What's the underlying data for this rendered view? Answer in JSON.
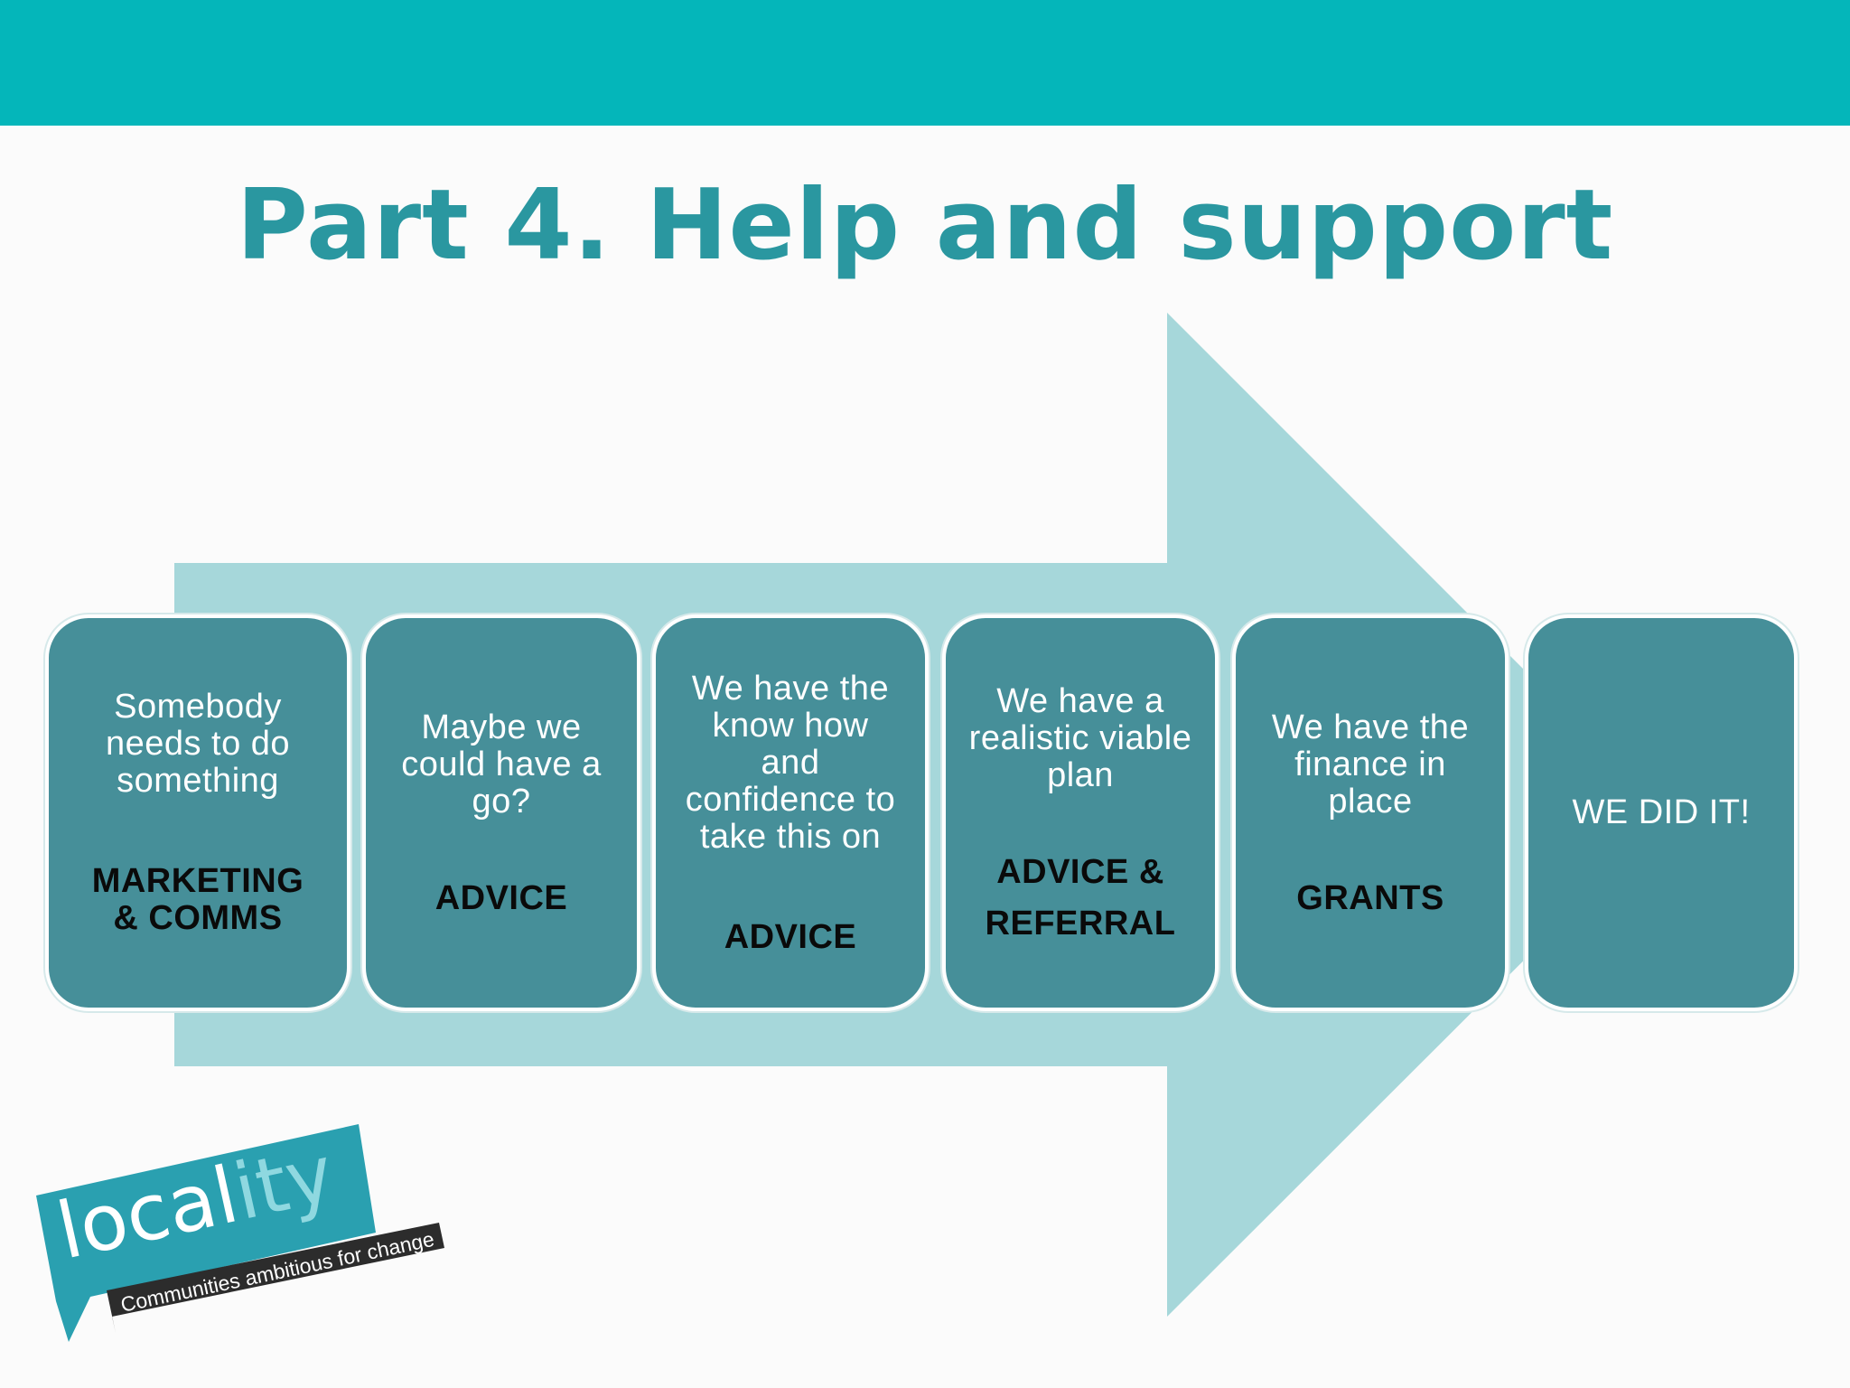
{
  "colors": {
    "top_bar": "#04b6ba",
    "title": "#2a97a0",
    "arrow": "#a6d7da",
    "box": "#468f99",
    "logo_teal": "#2aa0b0",
    "logo_dark": "#2c2c2c",
    "logo_text": "#ffffff"
  },
  "title": "Part 4. Help and support",
  "stages": [
    {
      "text_lines": [
        "Somebody",
        "needs to do",
        "something"
      ],
      "label_lines": [
        "MARKETING",
        "& COMMS"
      ]
    },
    {
      "text_lines": [
        "Maybe we",
        "could have a",
        "go?"
      ],
      "label_lines": [
        "ADVICE"
      ]
    },
    {
      "text_lines": [
        "We have the",
        "know how",
        "and",
        "confidence to",
        "take this on"
      ],
      "label_lines": [
        "ADVICE"
      ]
    },
    {
      "text_lines": [
        "We have a",
        "realistic viable",
        "plan"
      ],
      "label_lines": [
        "ADVICE &",
        "REFERRAL"
      ]
    },
    {
      "text_lines": [
        "We have the",
        "finance in",
        "place"
      ],
      "label_lines": [
        "GRANTS"
      ]
    },
    {
      "text_lines": [
        "WE DID IT!"
      ],
      "label_lines": []
    }
  ],
  "logo": {
    "wordmark": "locality",
    "tagline": "Communities ambitious for change"
  }
}
